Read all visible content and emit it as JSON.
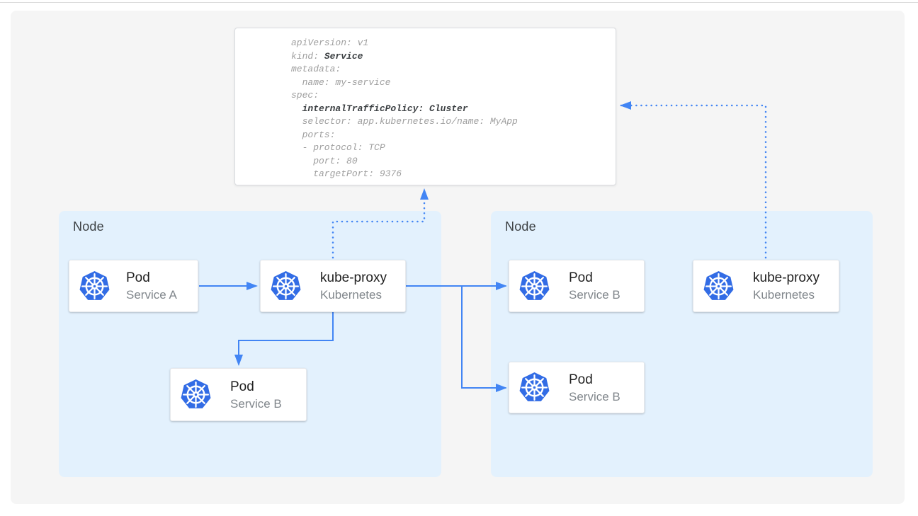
{
  "diagram": {
    "title_hint": "Kubernetes Service internal traffic policy diagram",
    "code_block": {
      "lines": [
        {
          "pre": "apiVersion: v1"
        },
        {
          "pre": "kind: ",
          "bold": "Service"
        },
        {
          "pre": "metadata:"
        },
        {
          "pre": "  name: my-service"
        },
        {
          "pre": "spec:"
        },
        {
          "pre": "  ",
          "bold": "internalTrafficPolicy: Cluster"
        },
        {
          "pre": "  selector: app.kubernetes.io/name: MyApp"
        },
        {
          "pre": "  ports:"
        },
        {
          "pre": "  - protocol: TCP"
        },
        {
          "pre": "    port: 80"
        },
        {
          "pre": "    targetPort: 9376"
        }
      ]
    },
    "nodes": {
      "left": {
        "label": "Node"
      },
      "right": {
        "label": "Node"
      }
    },
    "cards": {
      "pod_a": {
        "title": "Pod",
        "subtitle": "Service A",
        "icon": "kubernetes-icon"
      },
      "kube_proxy_left": {
        "title": "kube-proxy",
        "subtitle": "Kubernetes",
        "icon": "kubernetes-icon"
      },
      "pod_b_left": {
        "title": "Pod",
        "subtitle": "Service B",
        "icon": "kubernetes-icon"
      },
      "pod_b_right_top": {
        "title": "Pod",
        "subtitle": "Service B",
        "icon": "kubernetes-icon"
      },
      "pod_b_right_bottom": {
        "title": "Pod",
        "subtitle": "Service B",
        "icon": "kubernetes-icon"
      },
      "kube_proxy_right": {
        "title": "kube-proxy",
        "subtitle": "Kubernetes",
        "icon": "kubernetes-icon"
      }
    },
    "connections": {
      "solid": [
        "pod_a -> kube_proxy_left",
        "kube_proxy_left -> pod_b_left",
        "kube_proxy_left -> pod_b_right_top",
        "kube_proxy_left -> pod_b_right_bottom"
      ],
      "dotted": [
        "kube_proxy_left -> service-yaml",
        "kube_proxy_right -> service-yaml"
      ]
    },
    "colors": {
      "accent_blue": "#4285f4",
      "k8s_logo_blue": "#326ce5",
      "node_panel_bg": "#e3f1fd",
      "canvas_bg": "#f5f5f5",
      "code_regular": "#9e9e9e",
      "code_bold": "#3c4043",
      "card_title": "#1f1f1f",
      "card_subtitle": "#80868b"
    }
  }
}
